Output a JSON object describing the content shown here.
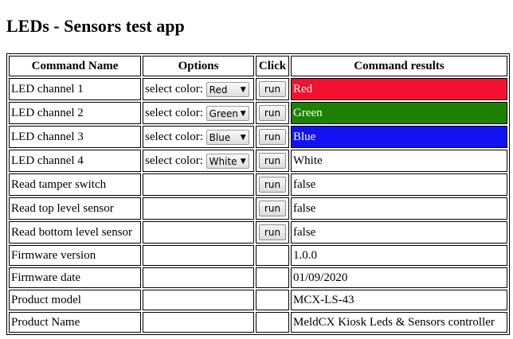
{
  "title": "LEDs - Sensors test app",
  "table": {
    "headers": {
      "command_name": "Command Name",
      "options": "Options",
      "click": "Click",
      "results": "Command results"
    },
    "option_label": "select color:",
    "run_label": "run",
    "rows": [
      {
        "name": "LED channel 1",
        "color": "Red",
        "result": "Red"
      },
      {
        "name": "LED channel 2",
        "color": "Green",
        "result": "Green"
      },
      {
        "name": "LED channel 3",
        "color": "Blue",
        "result": "Blue"
      },
      {
        "name": "LED channel 4",
        "color": "White",
        "result": "White"
      },
      {
        "name": "Read tamper switch",
        "result": "false"
      },
      {
        "name": "Read top level sensor",
        "result": "false"
      },
      {
        "name": "Read bottom level sensor",
        "result": "false"
      },
      {
        "name": "Firmware version",
        "result": "1.0.0"
      },
      {
        "name": "Firmware date",
        "result": "01/09/2020"
      },
      {
        "name": "Product model",
        "result": "MCX-LS-43"
      },
      {
        "name": "Product Name",
        "result": "MeldCX Kiosk Leds & Sensors controller"
      }
    ]
  },
  "colors": {
    "red": "#f2112e",
    "green": "#1d8000",
    "blue": "#1212f2"
  }
}
